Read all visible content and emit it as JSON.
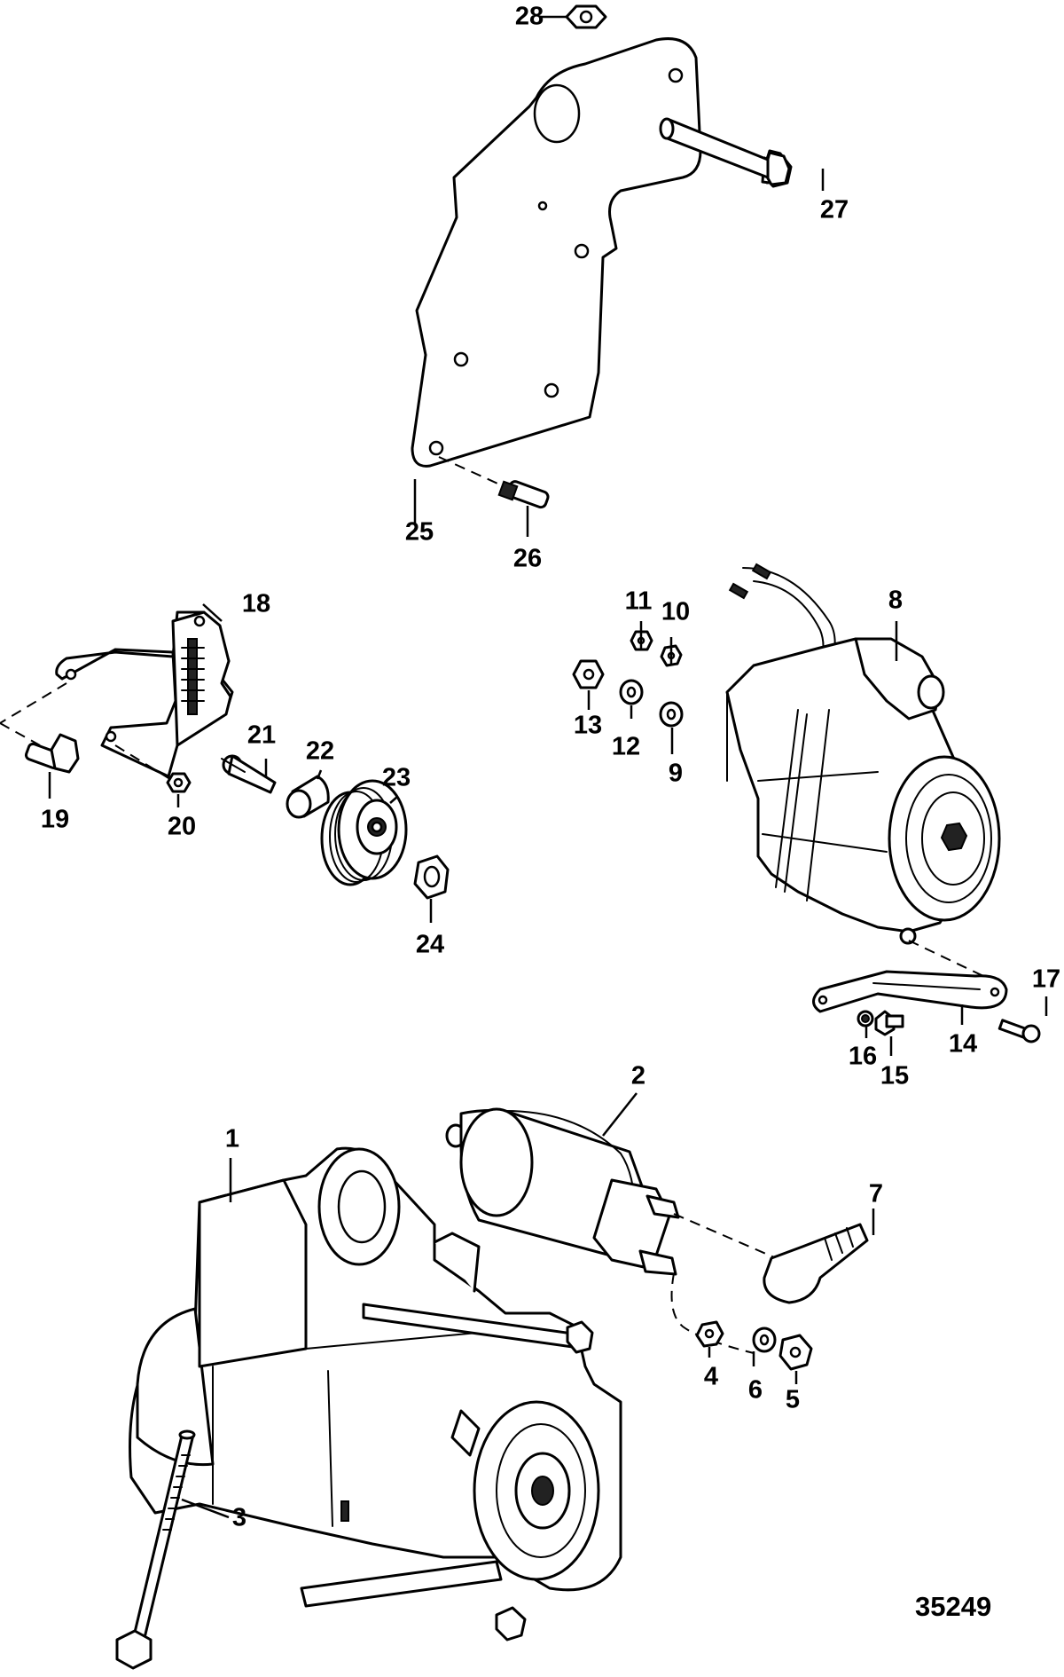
{
  "diagram": {
    "id_label": "35249",
    "callouts": {
      "c1": "1",
      "c2": "2",
      "c3": "3",
      "c4": "4",
      "c5": "5",
      "c6": "6",
      "c7": "7",
      "c8": "8",
      "c9": "9",
      "c10": "10",
      "c11": "11",
      "c12": "12",
      "c13": "13",
      "c14": "14",
      "c15": "15",
      "c16": "16",
      "c17": "17",
      "c18": "18",
      "c19": "19",
      "c20": "20",
      "c21": "21",
      "c22": "22",
      "c23": "23",
      "c24": "24",
      "c25": "25",
      "c26": "26",
      "c27": "27",
      "c28": "28"
    }
  }
}
